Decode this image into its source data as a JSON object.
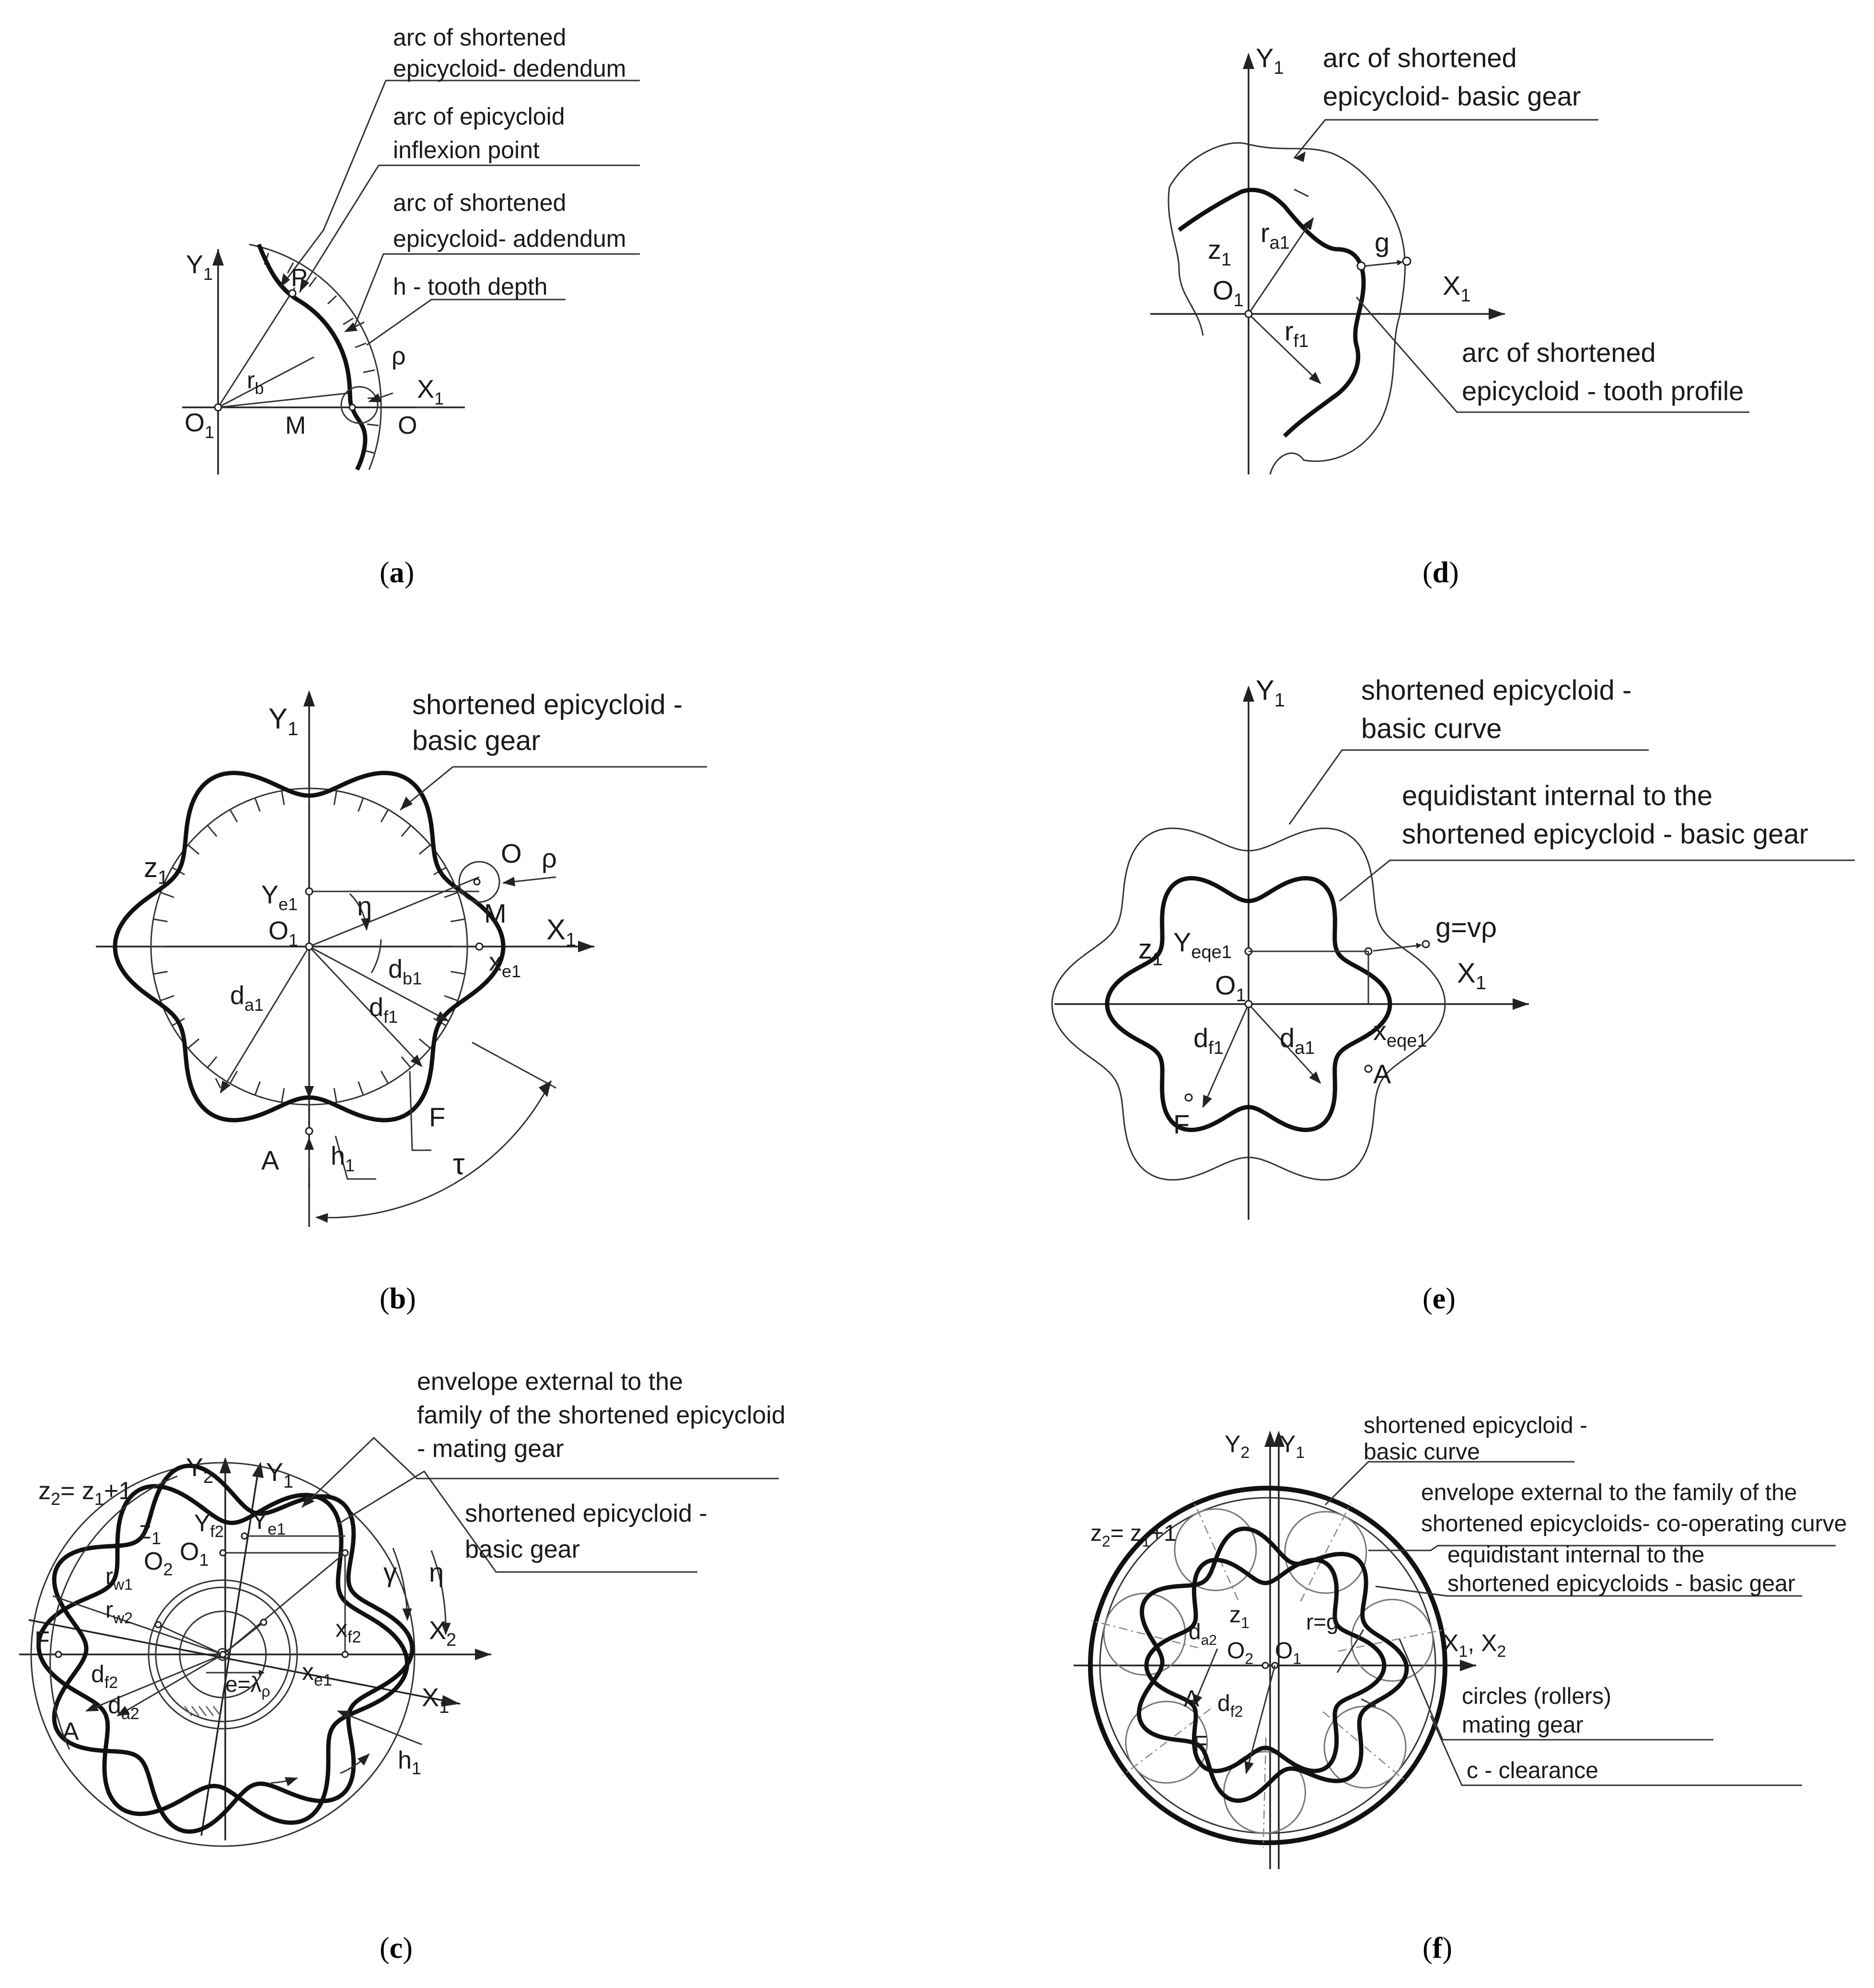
{
  "panels": {
    "a": {
      "caption": "a",
      "axis_y": "Y",
      "axis_y_sub": "1",
      "axis_x": "X",
      "axis_x_sub": "1",
      "origin": "O",
      "origin_sub": "1",
      "label_rb": "r",
      "label_rb_sub": "b",
      "label_M": "M",
      "label_O": "O",
      "label_P": "P",
      "label_rho": "ρ",
      "callouts": [
        {
          "line1": "arc of shortened",
          "line2": "epicycloid- dedendum"
        },
        {
          "line1": "arc of epicycloid",
          "line2": "inflexion point"
        },
        {
          "line1": "arc of shortened",
          "line2": "epicycloid- addendum"
        },
        {
          "line1": "h - tooth depth",
          "line2": ""
        }
      ]
    },
    "b": {
      "caption": "b",
      "axis_y": "Y",
      "axis_y_sub": "1",
      "axis_x": "X",
      "axis_x_sub": "1",
      "title_line1": "shortened epicycloid -",
      "title_line2": "basic gear",
      "z": "z",
      "z_sub": "1",
      "Ye": "Y",
      "Ye_sub": "e1",
      "O1": "O",
      "O1_sub": "1",
      "eta": "η",
      "xe": "x",
      "xe_sub": "e1",
      "da": "d",
      "da_sub": "a1",
      "db": "d",
      "db_sub": "b1",
      "df": "d",
      "df_sub": "f1",
      "O": "O",
      "rho": "ρ",
      "M": "M",
      "F": "F",
      "A": "A",
      "h": "h",
      "h_sub": "1",
      "tau": "τ"
    },
    "c": {
      "caption": "c",
      "title_line1": "envelope external to the",
      "title_line2": "family of the shortened epicycloid",
      "title_line3": "- mating  gear",
      "title2_line1": "shortened epicycloid -",
      "title2_line2": "basic gear",
      "z2eq": "z",
      "z2eq_sub": "2",
      "z2eq_rest": "= z",
      "z2eq_sub2": "1",
      "z2eq_tail": "+1",
      "Y2": "Y",
      "Y2_sub": "2",
      "Y1": "Y",
      "Y1_sub": "1",
      "z1": "z",
      "z1_sub": "1",
      "Yf2": "Y",
      "Yf2_sub": "f2",
      "Ye1": "Y",
      "Ye1_sub": "e1",
      "O2": "O",
      "O2_sub": "2",
      "O1": "O",
      "O1_sub": "1",
      "rw1": "r",
      "rw1_sub": "w1",
      "rw2": "r",
      "rw2_sub": "w2",
      "F": "F",
      "df2": "d",
      "df2_sub": "f2",
      "da2": "d",
      "da2_sub": "a2",
      "A": "A",
      "e": "e=λ",
      "e_sub": "ρ",
      "xe1": "x",
      "xe1_sub": "e1",
      "xf2": "x",
      "xf2_sub": "f2",
      "X2": "X",
      "X2_sub": "2",
      "X1": "X",
      "X1_sub": "1",
      "gamma": "γ",
      "eta": "η",
      "h1": "h",
      "h1_sub": "1"
    },
    "d": {
      "caption": "d",
      "axis_y": "Y",
      "axis_y_sub": "1",
      "axis_x": "X",
      "axis_x_sub": "1",
      "title_line1": "arc of shortened",
      "title_line2": "epicycloid- basic gear",
      "z": "z",
      "z_sub": "1",
      "ra": "r",
      "ra_sub": "a1",
      "rf": "r",
      "rf_sub": "f1",
      "O1": "O",
      "O1_sub": "1",
      "g": "g",
      "callout_line1": "arc of shortened",
      "callout_line2": "epicycloid - tooth profile"
    },
    "e": {
      "caption": "e",
      "axis_y": "Y",
      "axis_y_sub": "1",
      "axis_x": "X",
      "axis_x_sub": "1",
      "title_line1": "shortened epicycloid -",
      "title_line2": "basic curve",
      "title2_line1": "equidistant  internal to the",
      "title2_line2": "shortened epicycloid - basic gear",
      "g": "g=vρ",
      "z": "z",
      "z_sub": "1",
      "Yeqe": "Y",
      "Yeqe_sub": "eqe1",
      "O1": "O",
      "O1_sub": "1",
      "xeqe": "x",
      "xeqe_sub": "eqe1",
      "df": "d",
      "df_sub": "f1",
      "da": "d",
      "da_sub": "a1",
      "A": "A",
      "F": "F"
    },
    "f": {
      "caption": "f",
      "Y2": "Y",
      "Y2_sub": "2",
      "Y1": "Y",
      "Y1_sub": "1",
      "t1_line1": "shortened epicycloid -",
      "t1_line2": "basic curve",
      "t2_line1": "envelope external to the family of the",
      "t2_line2": "shortened epicycloids- co-operating curve",
      "t3_line1": "equidistant internal to the",
      "t3_line2": "shortened epicycloids - basic gear",
      "z2eq": "z",
      "z2eq_sub": "2",
      "z2eq_rest": "= z",
      "z2eq_sub2": "1",
      "z2eq_tail": "+1",
      "z1": "z",
      "z1_sub": "1",
      "da2": "d",
      "da2_sub": "a2",
      "O2": "O",
      "O2_sub": "2",
      "O1": "O",
      "O1_sub": "1",
      "rg": "r=g",
      "A": "A",
      "df2": "d",
      "df2_sub": "f2",
      "F": "F",
      "X12": "X",
      "X12_sub": "1",
      "X12_mid": ", X",
      "X12_sub2": "2",
      "c1_line1": "circles (rollers)",
      "c1_line2": "mating gear",
      "c2": "c - clearance"
    }
  }
}
